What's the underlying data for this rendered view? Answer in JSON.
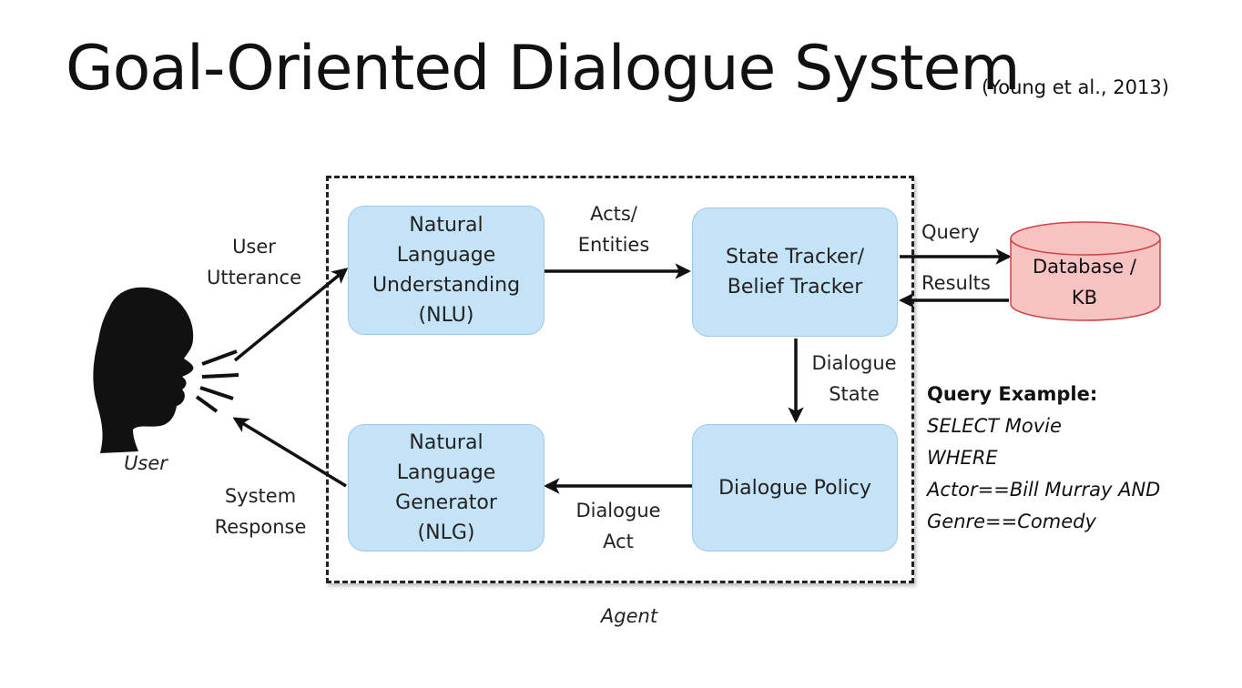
{
  "title": "Goal-Oriented Dialogue System",
  "citation": "(Young et al., 2013)",
  "boxes": {
    "nlu": [
      "Natural",
      "Language",
      "Understanding",
      "(NLU)"
    ],
    "state_tracker": [
      "State Tracker/",
      "Belief Tracker"
    ],
    "nlg": [
      "Natural",
      "Language",
      "Generator",
      "(NLG)"
    ],
    "policy": [
      "Dialogue Policy"
    ]
  },
  "database": [
    "Database /",
    "KB"
  ],
  "labels": {
    "user_utterance": [
      "User",
      "Utterance"
    ],
    "acts_entities": [
      "Acts/",
      "Entities"
    ],
    "query": "Query",
    "results": "Results",
    "dialogue_state": [
      "Dialogue",
      "State"
    ],
    "dialogue_act": [
      "Dialogue",
      "Act"
    ],
    "system_response": [
      "System",
      "Response"
    ],
    "user": "User",
    "agent": "Agent"
  },
  "query_example": {
    "heading": "Query Example:",
    "lines": [
      "SELECT Movie",
      "WHERE",
      "Actor==Bill Murray AND",
      "Genre==Comedy"
    ]
  },
  "colors": {
    "box_fill": "#c5e3f6",
    "database_fill": "#f6c2c2",
    "database_stroke": "#cc4444"
  }
}
